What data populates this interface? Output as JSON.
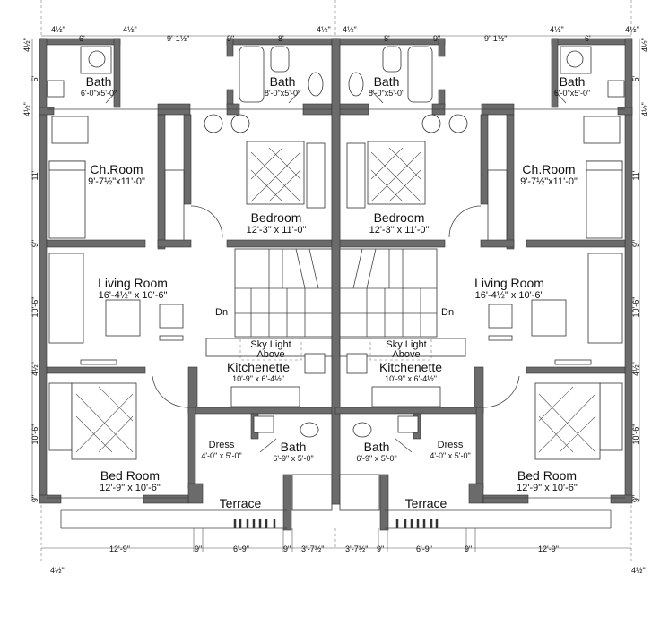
{
  "rooms": {
    "left": {
      "bath_small": {
        "name": "Bath",
        "size": "6'-0\"x5'-0\""
      },
      "bath_large": {
        "name": "Bath",
        "size": "8'-0\"x5'-0\""
      },
      "ch_room": {
        "name": "Ch.Room",
        "size": "9'-7½\"x11'-0\""
      },
      "bedroom": {
        "name": "Bedroom",
        "size": "12'-3\" x 11'-0\""
      },
      "living": {
        "name": "Living Room",
        "size": "16'-4½\" x 10'-6\""
      },
      "stair_dn": "Dn",
      "skylight": {
        "line1": "Sky Light",
        "line2": "Above"
      },
      "kitchenette": {
        "name": "Kitchenette",
        "size": "10'-9\" x 6'-4½\""
      },
      "bed_room": {
        "name": "Bed Room",
        "size": "12'-9\" x 10'-6\""
      },
      "dress": {
        "name": "Dress",
        "size": "4'-0\" x 5'-0\""
      },
      "bath_lower": {
        "name": "Bath",
        "size": "6'-9\" x 5'-0\""
      },
      "terrace": {
        "name": "Terrace"
      }
    },
    "right": {
      "bath_small": {
        "name": "Bath",
        "size": "6'-0\"x5'-0\""
      },
      "bath_large": {
        "name": "Bath",
        "size": "8'-0\"x5'-0\""
      },
      "ch_room": {
        "name": "Ch.Room",
        "size": "9'-7½\"x11'-0\""
      },
      "bedroom": {
        "name": "Bedroom",
        "size": "12'-3\" x 11'-0\""
      },
      "living": {
        "name": "Living Room",
        "size": "16'-4½\" x 10'-6\""
      },
      "stair_dn": "Dn",
      "skylight": {
        "line1": "Sky Light",
        "line2": "Above"
      },
      "kitchenette": {
        "name": "Kitchenette",
        "size": "10'-9\" x 6'-4½\""
      },
      "bed_room": {
        "name": "Bed Room",
        "size": "12'-9\" x 10'-6\""
      },
      "dress": {
        "name": "Dress",
        "size": "4'-0\" x 5'-0\""
      },
      "bath_lower": {
        "name": "Bath",
        "size": "6'-9\" x 5'-0\""
      },
      "terrace": {
        "name": "Terrace"
      }
    }
  },
  "dimensions": {
    "top": [
      "4½\"",
      "6'",
      "4½\"",
      "9'-1½\"",
      "9\"",
      "8'",
      "4½\"",
      "4½\"",
      "8'",
      "9\"",
      "9'-1½\"",
      "4½\"",
      "6'",
      "4½\""
    ],
    "bottom": [
      "12'-9\"",
      "9\"",
      "6'-9\"",
      "9\"",
      "3'-7½\"",
      "3'-7½\"",
      "9\"",
      "6'-9\"",
      "9\"",
      "12'-9\""
    ],
    "bottom_corners": [
      "4½\"",
      "4½\""
    ],
    "left": [
      "4½\"",
      "5'",
      "4½\"",
      "11'",
      "9\"",
      "10'-6\"",
      "4½\"",
      "10'-6\"",
      "9\""
    ],
    "right": [
      "4½\"",
      "5'",
      "4½\"",
      "11'",
      "9\"",
      "10'-6\"",
      "4½\"",
      "10'-6\"",
      "9\""
    ]
  }
}
